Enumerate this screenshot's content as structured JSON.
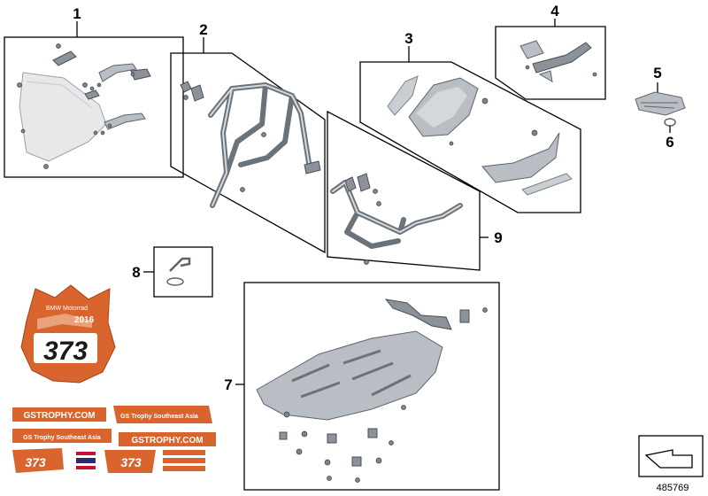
{
  "diagram": {
    "callouts": {
      "c1": "1",
      "c2": "2",
      "c3": "3",
      "c4": "4",
      "c5": "5",
      "c6": "6",
      "c7": "7",
      "c8": "8",
      "c9": "9"
    },
    "reference_number": "485769",
    "number_plate": {
      "brand": "BMW Motorrad",
      "year": "2016",
      "race_number": "373"
    },
    "decal_sheet": {
      "strip1": "GSTROPHY.COM",
      "strip2": "GS Trophy Southeast Asia",
      "strip3": "GS Trophy Southeast Asia",
      "strip4": "GSTROPHY.COM",
      "number_small": "373"
    }
  },
  "colors": {
    "accent_orange": "#d9642e",
    "line": "#000000",
    "part_metal": "#b9bec4"
  }
}
